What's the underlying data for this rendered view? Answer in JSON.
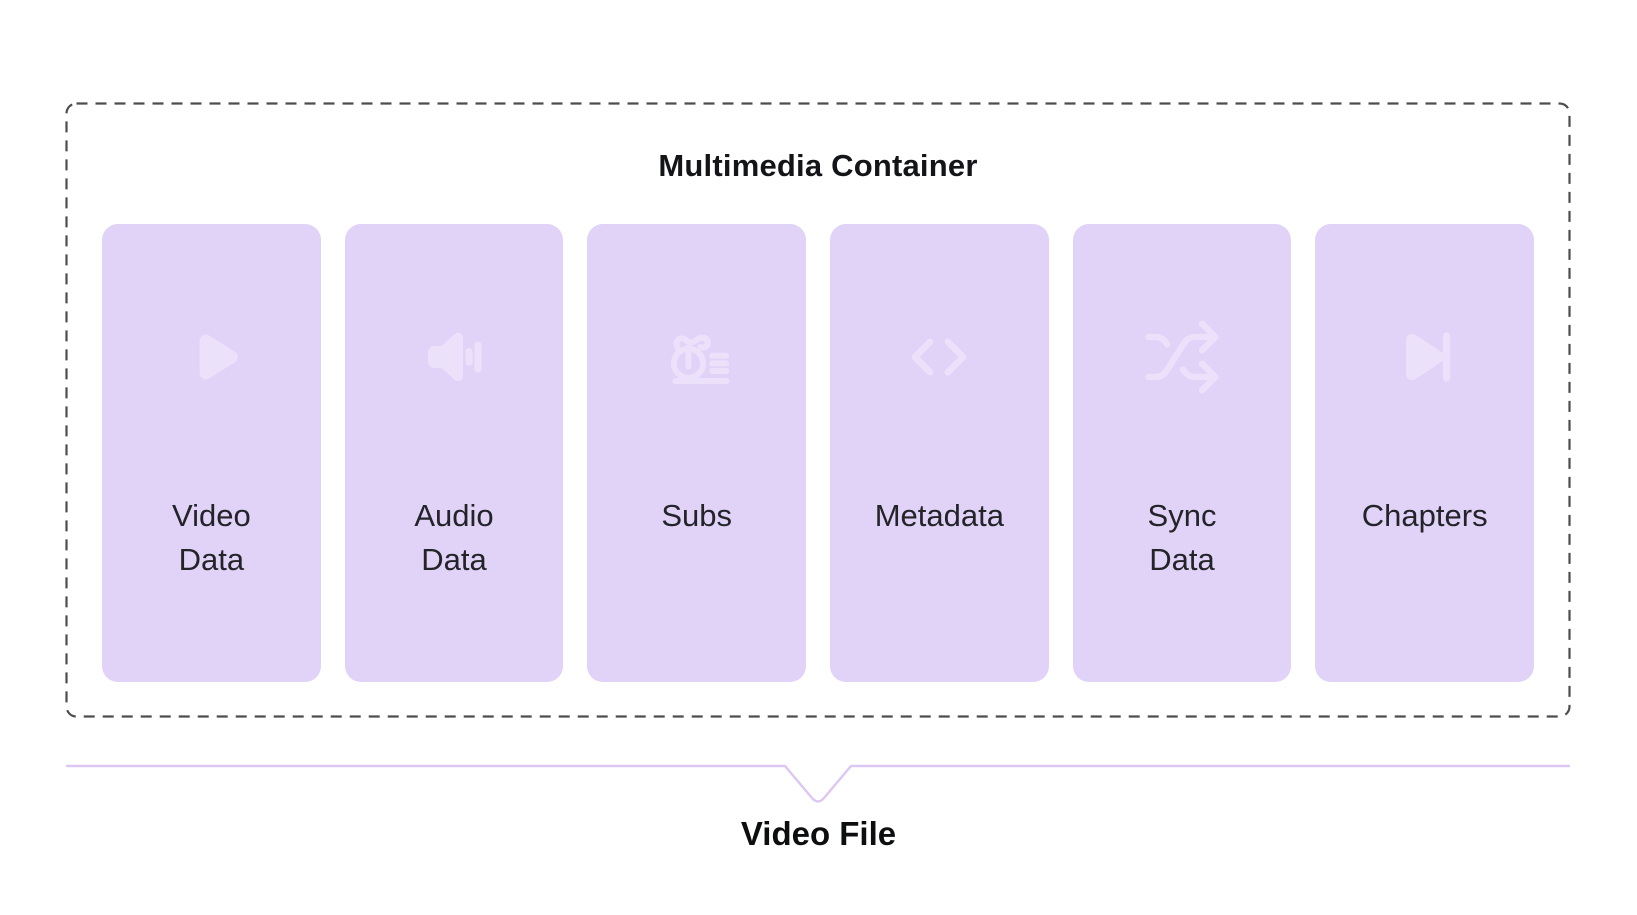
{
  "diagram": {
    "container_title": "Multimedia Container",
    "cards": [
      {
        "label": "Video Data",
        "icon": "play-icon"
      },
      {
        "label": "Audio Data",
        "icon": "speaker-volume-icon"
      },
      {
        "label": "Subs",
        "icon": "subtitles-scribble-icon"
      },
      {
        "label": "Metadata",
        "icon": "code-brackets-icon"
      },
      {
        "label": "Sync Data",
        "icon": "shuffle-icon"
      },
      {
        "label": "Chapters",
        "icon": "skip-forward-icon"
      }
    ],
    "output_label": "Video File",
    "colors": {
      "card_background": "#e1d2f8",
      "icon": "#ece1fa",
      "dashed_border": "#4d4d4d",
      "brace_line": "#dcc7f3",
      "title_text": "#141519",
      "label_text": "#232428"
    }
  }
}
